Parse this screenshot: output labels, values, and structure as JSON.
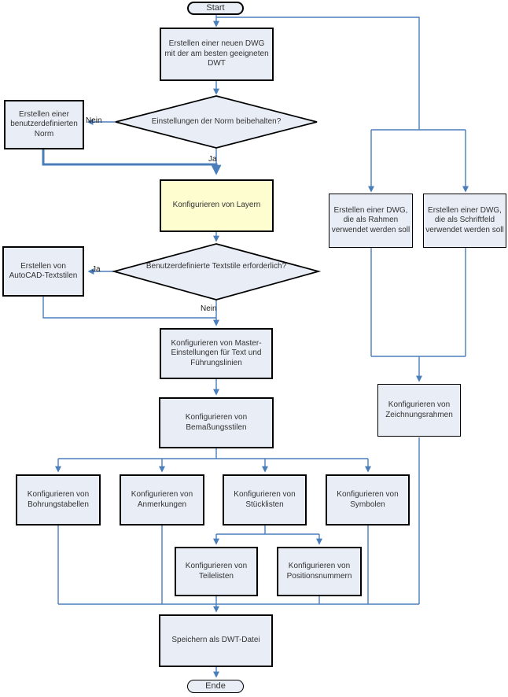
{
  "colors": {
    "connector": "#4a7ebb",
    "node_fill": "#e8edf6",
    "highlight_fill": "#fdfdd0",
    "node_border": "#000000",
    "text": "#333333"
  },
  "nodes": {
    "start": {
      "label": "Start",
      "type": "terminator"
    },
    "create_new_dwg": {
      "label": "Erstellen einer neuen DWG mit der am besten geeigneten DWT",
      "type": "process"
    },
    "keep_norm_decision": {
      "label": "Einstellungen der Norm beibehalten?",
      "type": "decision"
    },
    "create_custom_norm": {
      "label": "Erstellen einer benutzerdefinierten Norm",
      "type": "process"
    },
    "configure_layers": {
      "label": "Konfigurieren von Layern",
      "type": "process",
      "highlighted": true
    },
    "custom_textstyles_decision": {
      "label": "Benutzerdefinierte Textstile erforderlich?",
      "type": "decision"
    },
    "create_autocad_textstyles": {
      "label": "Erstellen von AutoCAD-Textstilen",
      "type": "process"
    },
    "configure_master_settings": {
      "label": "Konfigurieren von Master-Einstellungen für Text und Führungslinien",
      "type": "process"
    },
    "configure_dimension_styles": {
      "label": "Konfigurieren von Bemaßungsstilen",
      "type": "process"
    },
    "configure_hole_tables": {
      "label": "Konfigurieren von Bohrungstabellen",
      "type": "process"
    },
    "configure_annotations": {
      "label": "Konfigurieren von Anmerkungen",
      "type": "process"
    },
    "configure_parts_lists": {
      "label": "Konfigurieren von Stücklisten",
      "type": "process"
    },
    "configure_symbols": {
      "label": "Konfigurieren von Symbolen",
      "type": "process"
    },
    "configure_item_lists": {
      "label": "Konfigurieren von Teilelisten",
      "type": "process"
    },
    "configure_balloons": {
      "label": "Konfigurieren von Positionsnummern",
      "type": "process"
    },
    "save_dwt": {
      "label": "Speichern als DWT-Datei",
      "type": "process"
    },
    "end": {
      "label": "Ende",
      "type": "terminator"
    },
    "create_frame_dwg": {
      "label": "Erstellen einer DWG, die als Rahmen verwendet werden soll",
      "type": "process"
    },
    "create_titleblock_dwg": {
      "label": "Erstellen einer DWG, die als Schriftfeld verwendet werden soll",
      "type": "process"
    },
    "configure_drawing_borders": {
      "label": "Konfigurieren von Zeichnungsrahmen",
      "type": "process"
    }
  },
  "edge_labels": {
    "norm_nein": "Nein",
    "norm_ja": "Ja",
    "textstyles_ja": "Ja",
    "textstyles_nein": "Nein"
  },
  "edges": [
    {
      "from": "start",
      "to": "create_new_dwg"
    },
    {
      "from": "start",
      "to": "create_frame_dwg"
    },
    {
      "from": "start",
      "to": "create_titleblock_dwg"
    },
    {
      "from": "create_new_dwg",
      "to": "keep_norm_decision"
    },
    {
      "from": "keep_norm_decision",
      "to": "create_custom_norm",
      "label": "Nein"
    },
    {
      "from": "keep_norm_decision",
      "to": "configure_layers",
      "label": "Ja"
    },
    {
      "from": "create_custom_norm",
      "to": "configure_layers"
    },
    {
      "from": "configure_layers",
      "to": "custom_textstyles_decision"
    },
    {
      "from": "custom_textstyles_decision",
      "to": "create_autocad_textstyles",
      "label": "Ja"
    },
    {
      "from": "custom_textstyles_decision",
      "to": "configure_master_settings",
      "label": "Nein"
    },
    {
      "from": "create_autocad_textstyles",
      "to": "configure_master_settings"
    },
    {
      "from": "configure_master_settings",
      "to": "configure_dimension_styles"
    },
    {
      "from": "configure_dimension_styles",
      "to": "configure_hole_tables"
    },
    {
      "from": "configure_dimension_styles",
      "to": "configure_annotations"
    },
    {
      "from": "configure_dimension_styles",
      "to": "configure_parts_lists"
    },
    {
      "from": "configure_dimension_styles",
      "to": "configure_symbols"
    },
    {
      "from": "configure_parts_lists",
      "to": "configure_item_lists"
    },
    {
      "from": "configure_parts_lists",
      "to": "configure_balloons"
    },
    {
      "from": "create_frame_dwg",
      "to": "configure_drawing_borders"
    },
    {
      "from": "create_titleblock_dwg",
      "to": "configure_drawing_borders"
    },
    {
      "from": "configure_hole_tables",
      "to": "save_dwt"
    },
    {
      "from": "configure_annotations",
      "to": "save_dwt"
    },
    {
      "from": "configure_item_lists",
      "to": "save_dwt"
    },
    {
      "from": "configure_balloons",
      "to": "save_dwt"
    },
    {
      "from": "configure_symbols",
      "to": "save_dwt"
    },
    {
      "from": "configure_drawing_borders",
      "to": "save_dwt"
    },
    {
      "from": "save_dwt",
      "to": "end"
    }
  ]
}
